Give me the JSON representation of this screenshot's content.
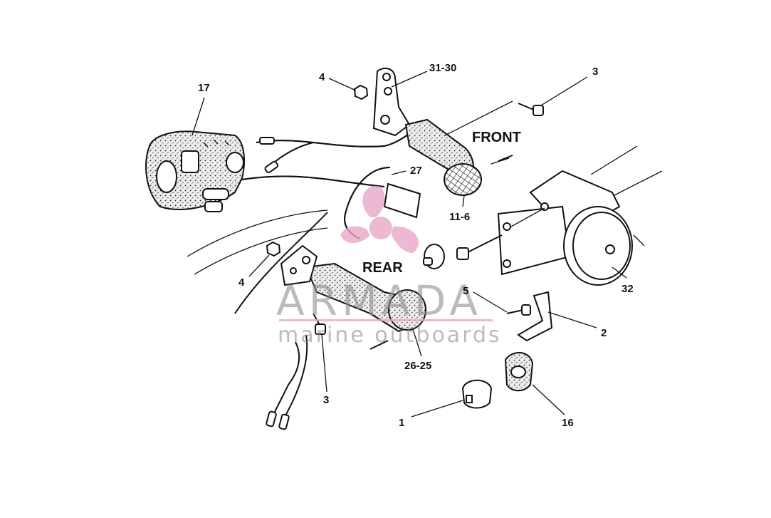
{
  "labels": {
    "p17": "17",
    "p4_top": "4",
    "p31_30": "31-30",
    "p3_top": "3",
    "front": "FRONT",
    "p27": "27",
    "p11_6": "11-6",
    "p32": "32",
    "p4_left": "4",
    "rear": "REAR",
    "p5": "5",
    "p2": "2",
    "p26_25": "26-25",
    "p3_bottom": "3",
    "p1": "1",
    "p16": "16"
  },
  "watermark": {
    "brand": "ARMADA",
    "tagline": "marine outboards",
    "logo_color": "#e8a7c8",
    "text_color": "#8e8e8e"
  }
}
